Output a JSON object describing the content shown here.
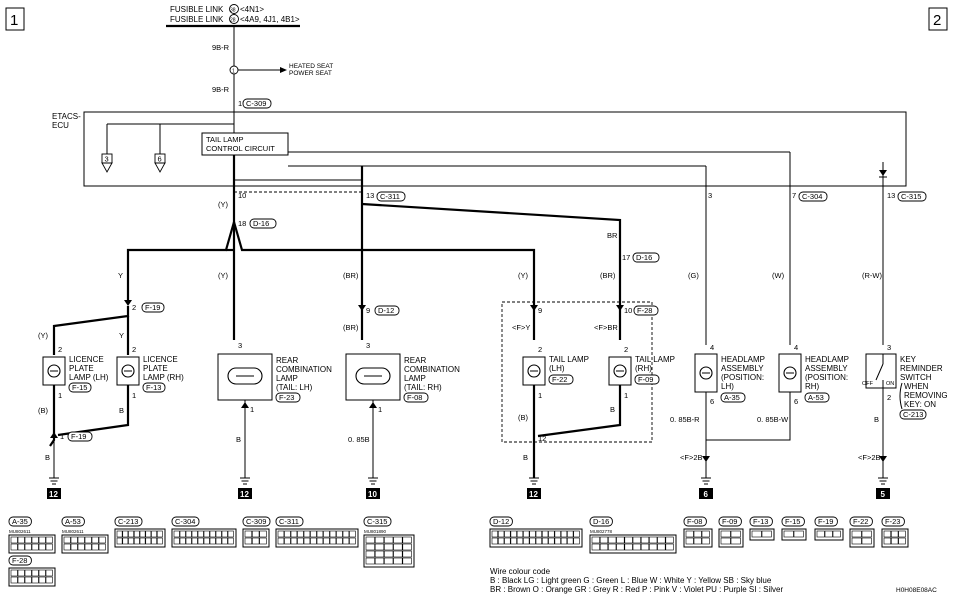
{
  "page_numbers": {
    "left": "1",
    "right": "2"
  },
  "fusible_links": {
    "line1": "FUSIBLE LINK",
    "num1": "38",
    "ref1": "<4N1>",
    "line2": "FUSIBLE LINK",
    "num2": "28",
    "ref2": "<4A9, 4J1, 4B1>"
  },
  "top_wire": {
    "color1": "9B-R",
    "color2": "9B-R",
    "junction": "1",
    "arrow_label_1": "HEATED SEAT",
    "arrow_label_2": "POWER SEAT",
    "pin": "1",
    "connector": "C-309"
  },
  "ecu": {
    "label_1": "ETACS-",
    "label_2": "ECU",
    "circuit_1": "TAIL LAMP",
    "circuit_2": "CONTROL CIRCUIT",
    "left_pins": [
      "3",
      "6"
    ]
  },
  "ecu_outputs": {
    "p10": "10",
    "p13": "13",
    "c311": "C-311",
    "p3": "3",
    "p7": "7",
    "c304": "C-304",
    "p13b": "13",
    "c315": "C-315"
  },
  "wires": {
    "y_main": "(Y)",
    "d16_pin": "18",
    "d16": "D-16",
    "y_left": "Y",
    "f19_pin": "2",
    "f19": "F-19",
    "y_lic": "(Y)",
    "y_lic_rh": "Y",
    "y_rcl": "(Y)",
    "br_rcr": "(BR)",
    "d12_pin": "9",
    "d12": "D-12",
    "br_rcr2": "(BR)",
    "br_right": "BR",
    "d16b_pin": "17",
    "d16b": "D-16",
    "y_tail": "(Y)",
    "br_tail": "(BR)",
    "tail_pin9": "9",
    "tail_pin10": "10",
    "f28": "F-28",
    "fy": "<F>Y",
    "fbr": "<F>BR",
    "g_head": "(G)",
    "w_head": "(W)",
    "rw_key": "(R-W)"
  },
  "components": {
    "lic_lh": {
      "l1": "LICENCE",
      "l2": "PLATE",
      "l3": "LAMP (LH)",
      "conn": "F-15",
      "pin_top": "2",
      "pin_bot": "1"
    },
    "lic_rh": {
      "l1": "LICENCE",
      "l2": "PLATE",
      "l3": "LAMP (RH)",
      "conn": "F-13",
      "pin_top": "2",
      "pin_bot": "1"
    },
    "rcl_lh": {
      "l1": "REAR",
      "l2": "COMBINATION",
      "l3": "LAMP",
      "l4": "(TAIL: LH)",
      "conn": "F-23",
      "pin_top": "3",
      "pin_bot": "1"
    },
    "rcl_rh": {
      "l1": "REAR",
      "l2": "COMBINATION",
      "l3": "LAMP",
      "l4": "(TAIL: RH)",
      "conn": "F-08",
      "pin_top": "3",
      "pin_bot": "1"
    },
    "tail_lh": {
      "l1": "TAIL LAMP",
      "l2": "(LH)",
      "conn": "F-22",
      "pin_top": "2",
      "pin_bot": "1"
    },
    "tail_rh": {
      "l1": "TAIL LAMP",
      "l2": "(RH)",
      "conn": "F-09",
      "pin_top": "2",
      "pin_bot": "1"
    },
    "head_lh": {
      "l1": "HEADLAMP",
      "l2": "ASSEMBLY",
      "l3": "(POSITION:",
      "l4": "LH)",
      "conn": "A-35",
      "pin_top": "4",
      "pin_bot": "6"
    },
    "head_rh": {
      "l1": "HEADLAMP",
      "l2": "ASSEMBLY",
      "l3": "(POSITION:",
      "l4": "RH)",
      "conn": "A-53",
      "pin_top": "4",
      "pin_bot": "6"
    },
    "key_sw": {
      "l1": "KEY",
      "l2": "REMINDER",
      "l3": "SWITCH",
      "l4": "WHEN",
      "l5": "REMOVING",
      "l6": "KEY: ON",
      "conn": "C-213",
      "pin_top": "3",
      "pin_bot": "2",
      "off": "OFF",
      "on": "ON"
    }
  },
  "lower_wires": {
    "b_lic_lh": "(B)",
    "b_lic_rh": "B",
    "f19b_pin": "1",
    "f19b": "F-19",
    "b_lic": "B",
    "b_rcl_lh": "B",
    "b_rcl_rh": "0. 85B",
    "b_tail_lh": "(B)",
    "b_tail_rh": "B",
    "j12_pin": "12",
    "b_tail": "B",
    "head_lh_w": "0. 85B-R",
    "head_rh_w": "0. 85B-W",
    "f2b": "<F>2B",
    "b_key": "B",
    "f2b_key": "<F>2B"
  },
  "grounds": [
    "12",
    "12",
    "10",
    "12",
    "6",
    "5"
  ],
  "connector_labels_left": [
    "A-35",
    "A-53",
    "C-213",
    "C-304",
    "C-309",
    "C-311",
    "C-315"
  ],
  "connector_label_f28": "F-28",
  "connector_labels_right": [
    "D-12",
    "D-16",
    "F-08",
    "F-09",
    "F-13",
    "F-15",
    "F-19",
    "F-22",
    "F-23"
  ],
  "part_numbers": {
    "a35": "MU802611",
    "a53": "MU802611",
    "c315": "MU801890",
    "d16": "MU802778"
  },
  "wire_colour_code": {
    "title": "Wire colour code",
    "line1": "B : Black   LG : Light green   G : Green   L : Blue   W : White   Y : Yellow   SB : Sky blue",
    "line2": "BR : Brown   O : Orange   GR : Grey   R : Red   P : Pink   V : Violet   PU : Purple   SI : Silver"
  },
  "figure_code": "H0H08E08AC"
}
